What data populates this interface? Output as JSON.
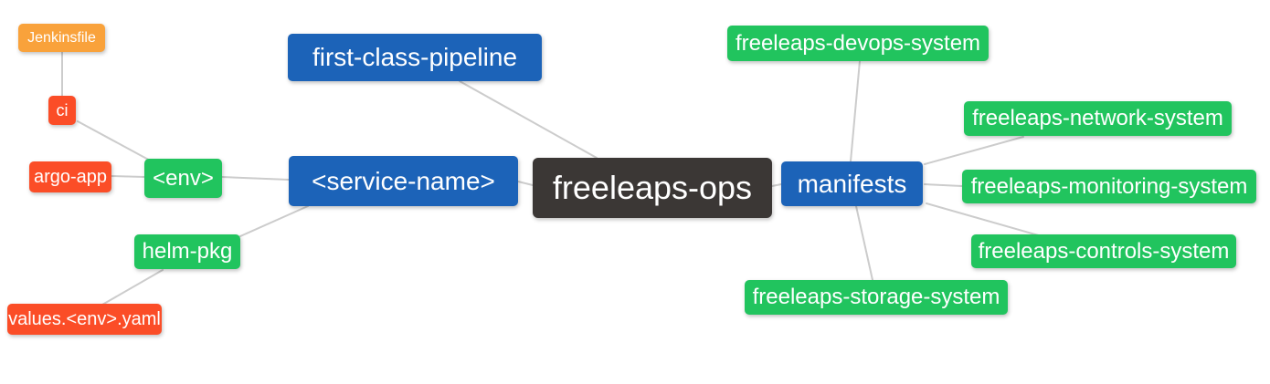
{
  "palette": {
    "orange": "#F9A23B",
    "red_orange": "#FB4D27",
    "green": "#21C45E",
    "blue": "#1C63B8",
    "dark": "#3B3735",
    "edge_gray": "#CCCCCC",
    "node_text": "#FFFFFF",
    "background": "#FFFFFF"
  },
  "mindmap": {
    "root_key": "freeleaps_ops",
    "nodes": {
      "jenkinsfile": {
        "label": "Jenkinsfile",
        "color": "orange"
      },
      "ci": {
        "label": "ci",
        "color": "red_orange"
      },
      "argo_app": {
        "label": "argo-app",
        "color": "red_orange"
      },
      "env": {
        "label": "<env>",
        "color": "green"
      },
      "helm_pkg": {
        "label": "helm-pkg",
        "color": "green"
      },
      "values_env_yaml": {
        "label": "values.<env>.yaml",
        "color": "red_orange"
      },
      "first_class_pipeline": {
        "label": "first-class-pipeline",
        "color": "blue"
      },
      "service_name": {
        "label": "<service-name>",
        "color": "blue"
      },
      "freeleaps_ops": {
        "label": "freeleaps-ops",
        "color": "dark"
      },
      "manifests": {
        "label": "manifests",
        "color": "blue"
      },
      "devops_system": {
        "label": "freeleaps-devops-system",
        "color": "green"
      },
      "network_system": {
        "label": "freeleaps-network-system",
        "color": "green"
      },
      "monitoring_system": {
        "label": "freeleaps-monitoring-system",
        "color": "green"
      },
      "controls_system": {
        "label": "freeleaps-controls-system",
        "color": "green"
      },
      "storage_system": {
        "label": "freeleaps-storage-system",
        "color": "green"
      }
    },
    "edges": [
      {
        "from": "jenkinsfile",
        "to": "ci"
      },
      {
        "from": "ci",
        "to": "env"
      },
      {
        "from": "argo_app",
        "to": "env"
      },
      {
        "from": "env",
        "to": "service_name"
      },
      {
        "from": "helm_pkg",
        "to": "service_name"
      },
      {
        "from": "values_env_yaml",
        "to": "helm_pkg"
      },
      {
        "from": "first_class_pipeline",
        "to": "freeleaps_ops"
      },
      {
        "from": "service_name",
        "to": "freeleaps_ops"
      },
      {
        "from": "freeleaps_ops",
        "to": "manifests"
      },
      {
        "from": "manifests",
        "to": "devops_system"
      },
      {
        "from": "manifests",
        "to": "network_system"
      },
      {
        "from": "manifests",
        "to": "monitoring_system"
      },
      {
        "from": "manifests",
        "to": "controls_system"
      },
      {
        "from": "manifests",
        "to": "storage_system"
      }
    ]
  }
}
